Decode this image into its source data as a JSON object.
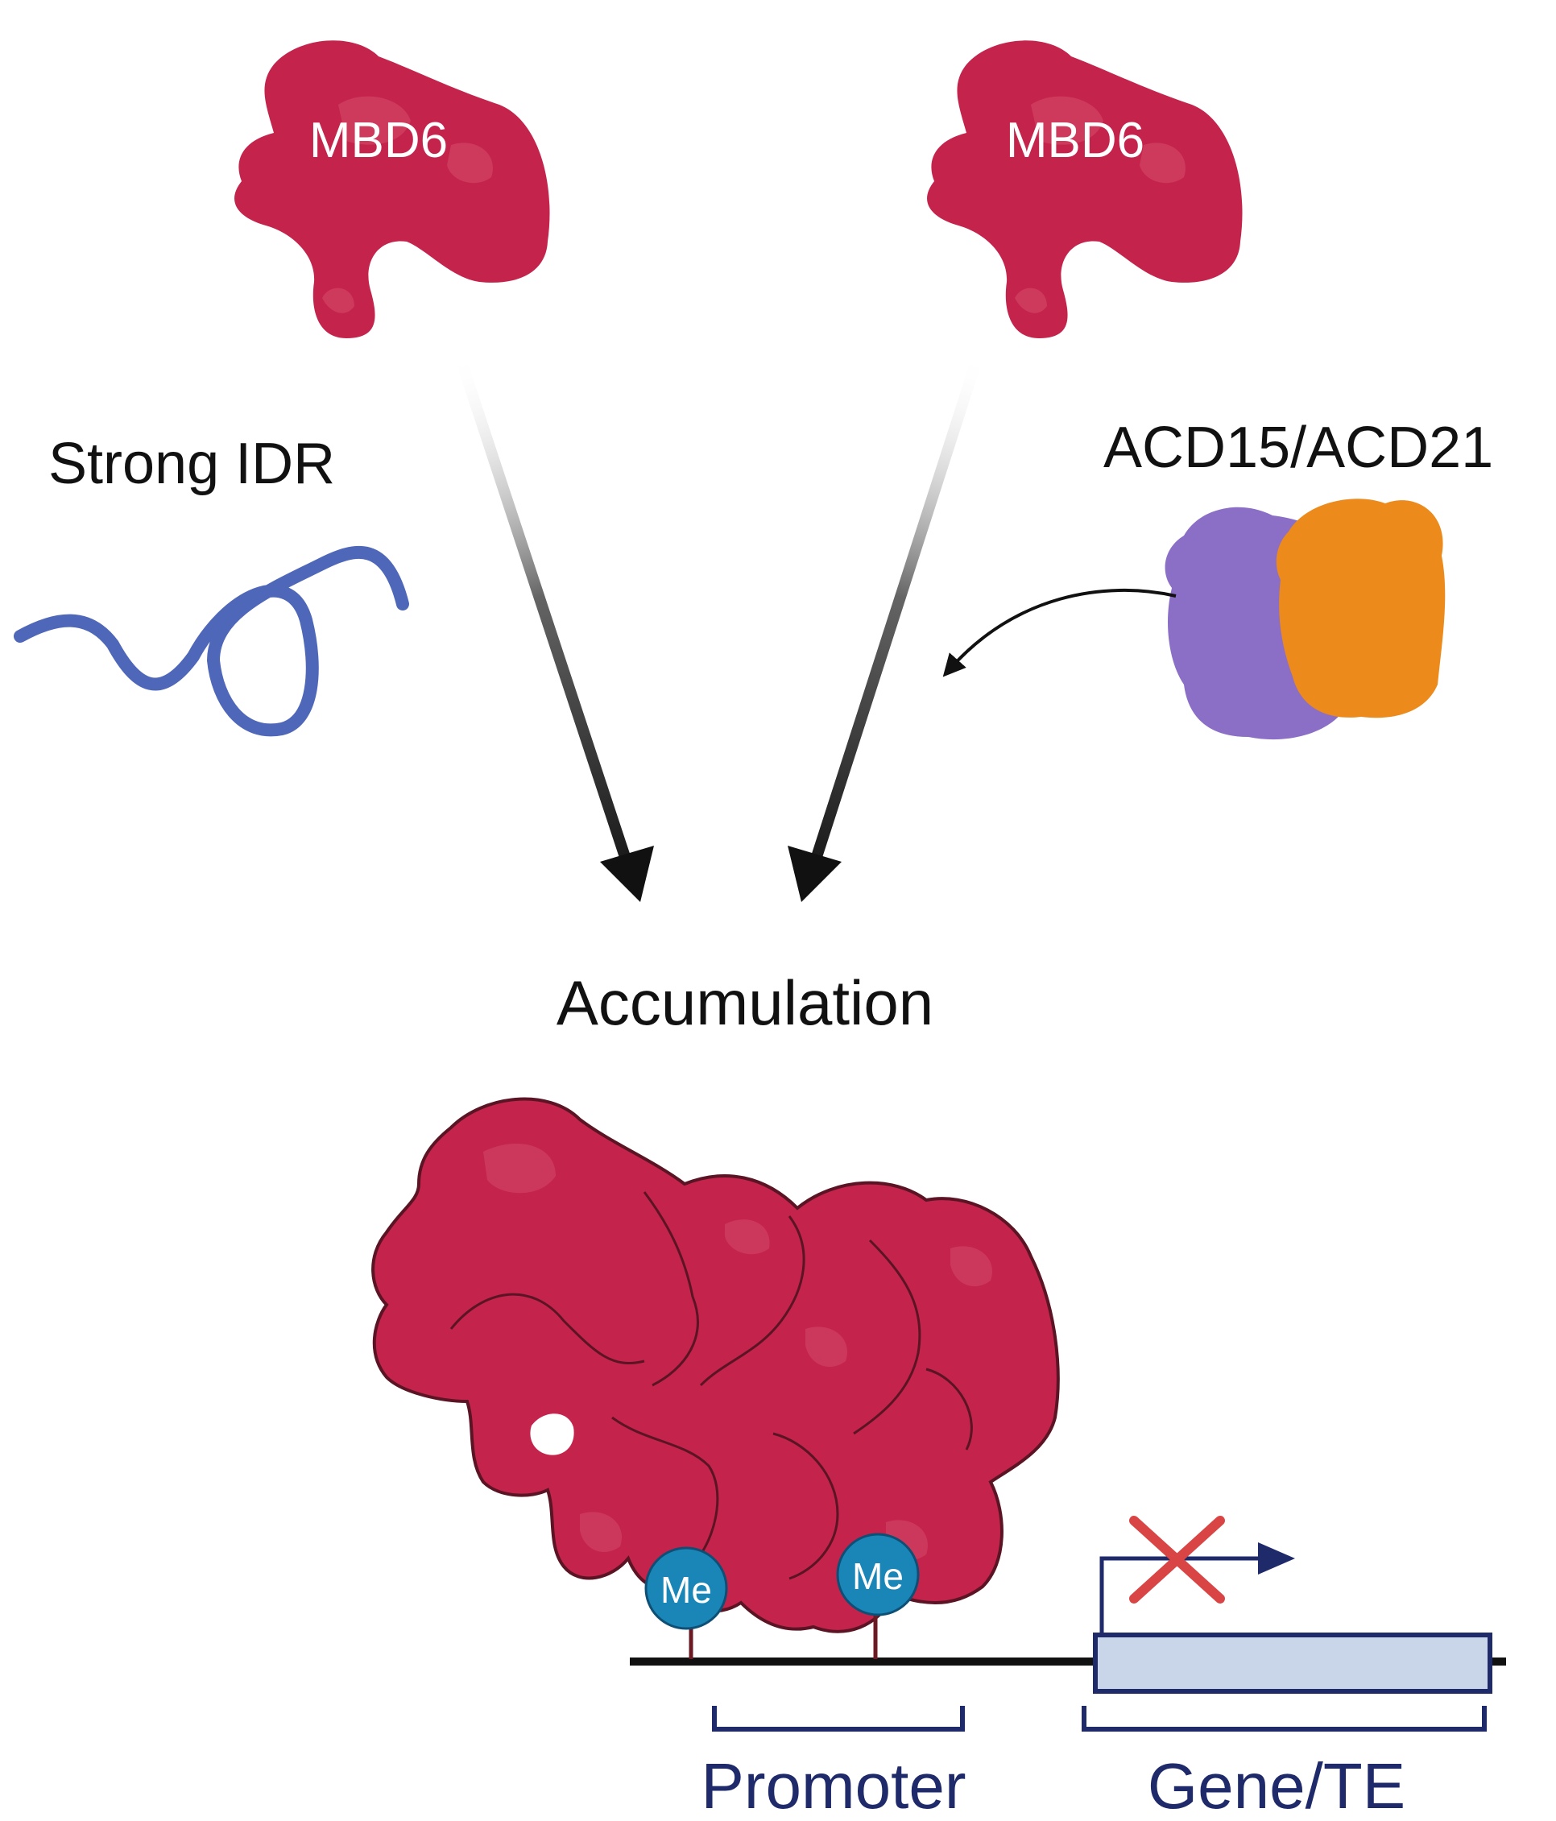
{
  "colors": {
    "mbd6": "#c4234c",
    "mbd6_light": "#d44a68",
    "mbd6_outline": "#5a1424",
    "idr": "#4f67b8",
    "acd15": "#8b6fc6",
    "acd21": "#ec8a1c",
    "methyl": "#1a86b8",
    "navy": "#1f2a6b",
    "gene_box": "#c9d6ea",
    "block_x": "#d94545",
    "arrow": "#111111"
  },
  "labels": {
    "mbd6_left": "MBD6",
    "mbd6_right": "MBD6",
    "strong_idr": "Strong IDR",
    "acd": "ACD15/ACD21",
    "accumulation": "Accumulation",
    "methyl_1": "Me",
    "methyl_2": "Me",
    "promoter": "Promoter",
    "gene_te": "Gene/TE"
  },
  "icons": {
    "transcription": "bent-arrow-icon",
    "blocked": "red-x-icon"
  }
}
